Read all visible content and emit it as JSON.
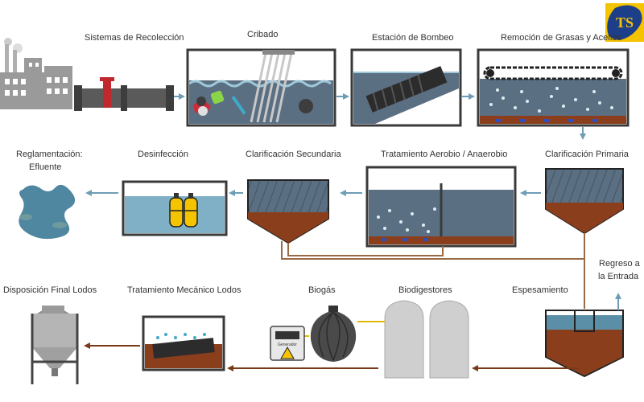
{
  "labels": {
    "collection": "Sistemas de Recolección",
    "screening": "Cribado",
    "pumping": "Estación de Bombeo",
    "grease": "Remoción de Grasas y Aceites",
    "primary": "Clarificación  Primaria",
    "aerobic": "Tratamiento Aerobio / Anaerobio",
    "secondary": "Clarificación  Secundaria",
    "disinfection": "Desinfección",
    "effluent_1": "Reglamentación:",
    "effluent_2": "Efluente",
    "thickening": "Espesamiento",
    "return_1": "Regreso a",
    "return_2": "la Entrada",
    "biodigesters": "Biodigestores",
    "biogas": "Biogás",
    "mechanical": "Tratamiento Mecánico Lodos",
    "disposal": "Disposición Final Lodos",
    "generator": "Generador"
  },
  "logo": {
    "text": "TS"
  },
  "colors": {
    "water": "#5b6f82",
    "water_light": "#7fb0c6",
    "sludge": "#8a3e1c",
    "arrow_water": "#6e9db5",
    "arrow_sludge": "#7a3a18",
    "pipe_line": "#9a6a45",
    "tank_frame": "#3a3a3a",
    "logo_fill": "#f5c400"
  }
}
